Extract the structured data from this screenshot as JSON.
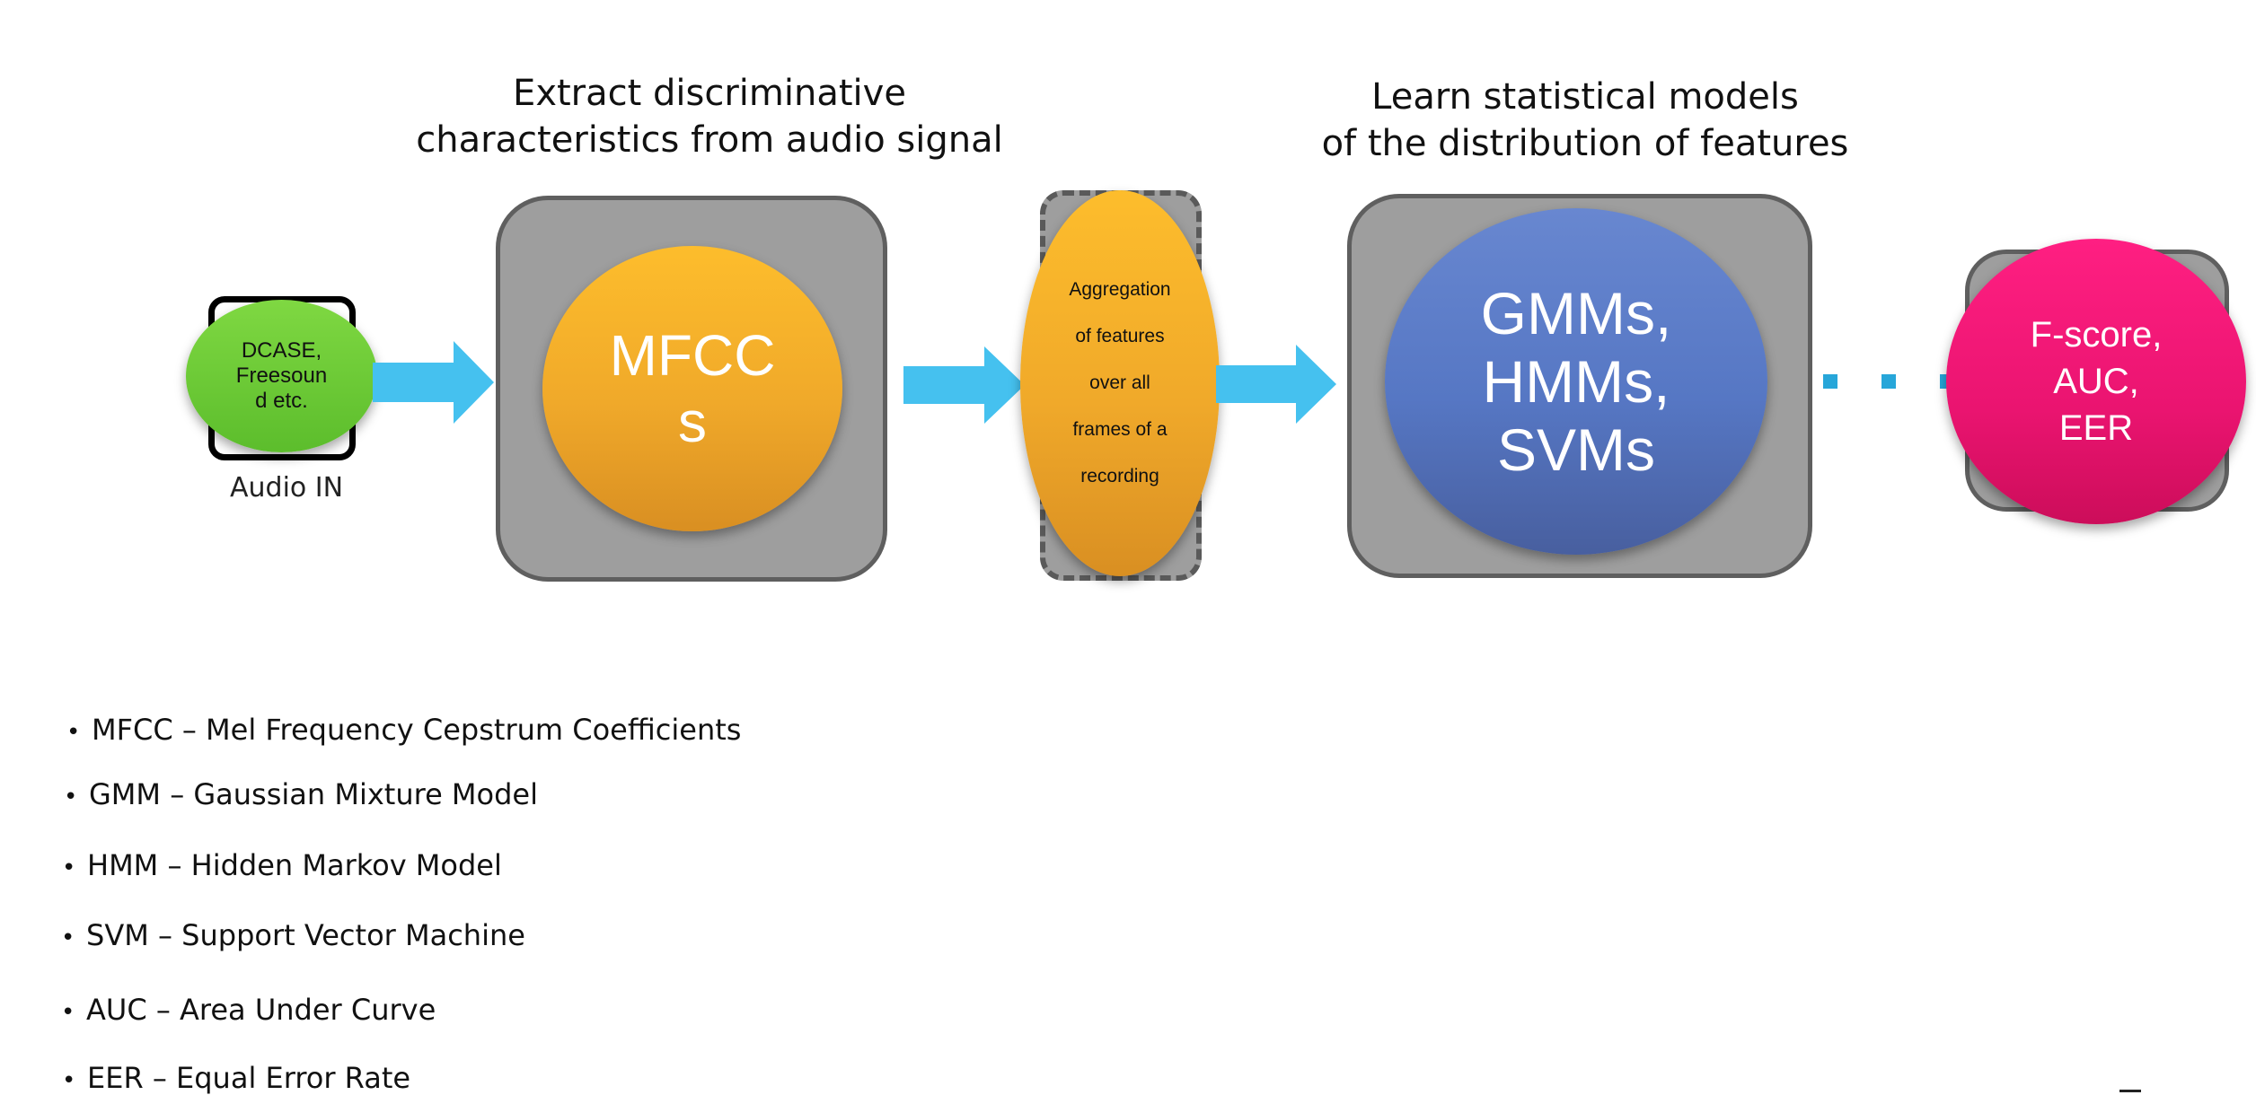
{
  "titles": {
    "features_line1": "Extract discriminative",
    "features_line2": "characteristics from audio signal",
    "models_line1": "Learn statistical models",
    "models_line2": "of the distribution of features"
  },
  "nodes": {
    "audio_in": {
      "line1": "DCASE,",
      "line2": "Freesoun",
      "line3": "d etc.",
      "caption": "Audio IN"
    },
    "mfcc": {
      "line1": "MFCC",
      "line2": "s"
    },
    "aggregation": {
      "lines": [
        "Aggregation",
        "of features",
        "over all",
        "frames of a",
        "recording"
      ]
    },
    "models": {
      "line1": "GMMs,",
      "line2": "HMMs,",
      "line3": "SVMs"
    },
    "metrics": {
      "line1": "F-score,",
      "line2": "AUC,",
      "line3": "EER"
    }
  },
  "legend": [
    "MFCC – Mel Frequency Cepstrum Coefficients",
    "GMM – Gaussian Mixture Model",
    "HMM – Hidden Markov Model",
    "SVM – Support Vector Machine",
    "AUC – Area Under Curve",
    "EER – Equal Error Rate"
  ],
  "colors": {
    "arrow": "#45c1ef",
    "feature_node": "#f5a623",
    "source_node": "#6cc93a",
    "model_node": "#5b79c7",
    "metric_node": "#ec1774",
    "stage_box": "#9e9e9e",
    "dotted_connector": "#27a6d9"
  },
  "icons": {
    "bullet": "•"
  }
}
